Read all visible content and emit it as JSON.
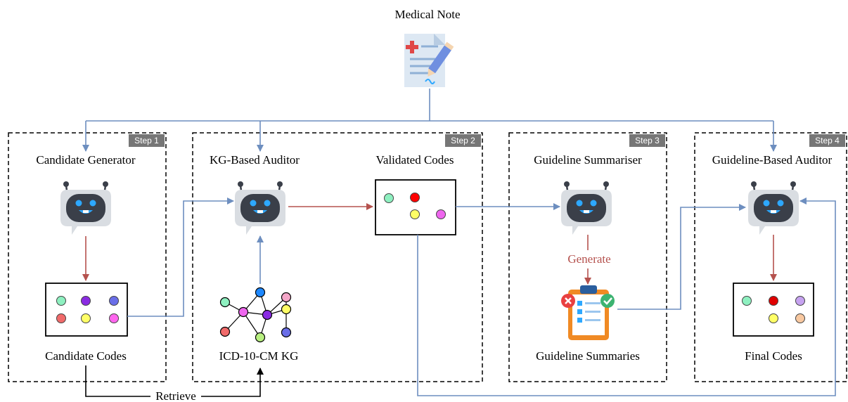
{
  "title": "Medical Note",
  "steps": {
    "s1": {
      "tag": "Step 1",
      "heading": "Candidate Generator",
      "caption": "Candidate Codes"
    },
    "s2": {
      "tag": "Step 2",
      "heading": "KG-Based Auditor",
      "heading2": "Validated Codes",
      "caption": "ICD-10-CM KG"
    },
    "s3": {
      "tag": "Step 3",
      "heading": "Guideline Summariser",
      "caption": "Guideline Summaries",
      "generate": "Generate"
    },
    "s4": {
      "tag": "Step 4",
      "heading": "Guideline-Based Auditor",
      "caption": "Final Codes"
    }
  },
  "retrieve_label": "Retrieve",
  "colors": {
    "blue_arrow": "#6d8ebf",
    "red_arrow": "#b5524e",
    "robot_dark": "#3a3f49",
    "robot_light": "#d9dde2",
    "robot_eye": "#2da8ff"
  },
  "icons": [
    "medical-note-icon",
    "robot-icon",
    "checklist-icon"
  ],
  "candidate_code_colors": [
    "#8ef0c0",
    "#8a2be2",
    "#6a6ee8",
    "#f06a6a",
    "#ffff66",
    "#ff66ee"
  ],
  "validated_code_colors": [
    "#8ef0c0",
    "#ff0000",
    "#ffff66",
    "#ee66ee"
  ],
  "final_code_colors": [
    "#8ef0c0",
    "#e00000",
    "#c6a2f0",
    "#ffff66",
    "#f8c8a0"
  ]
}
